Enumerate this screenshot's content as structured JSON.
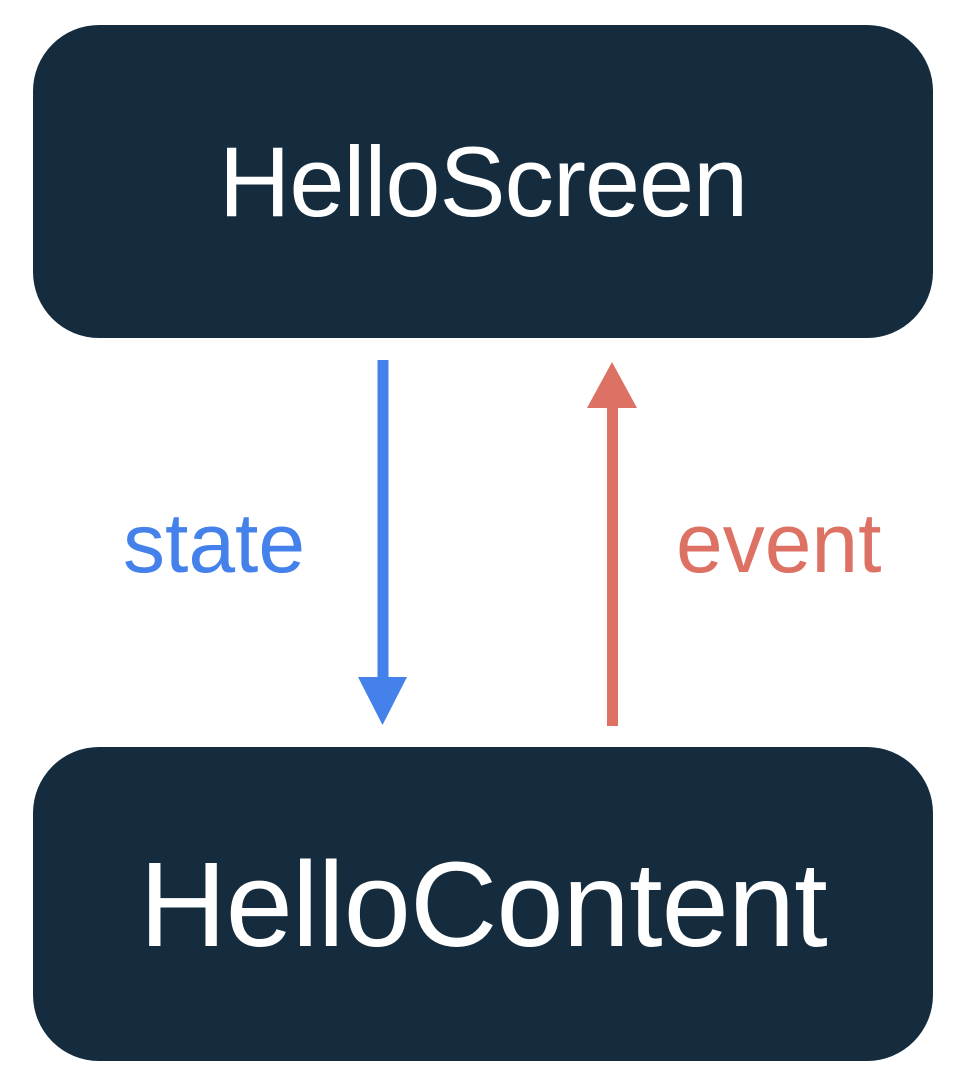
{
  "diagram": {
    "screen_box": {
      "label": "HelloScreen"
    },
    "content_box": {
      "label": "HelloContent"
    },
    "flows": [
      {
        "label": "state",
        "direction": "down",
        "color": "#4481eb"
      },
      {
        "label": "event",
        "direction": "up",
        "color": "#dd7164"
      }
    ]
  },
  "colors": {
    "background": "#ffffff",
    "box_bg": "#152c3e",
    "box_text": "#ffffff",
    "state_blue": "#4481eb",
    "event_red": "#dd7164"
  }
}
